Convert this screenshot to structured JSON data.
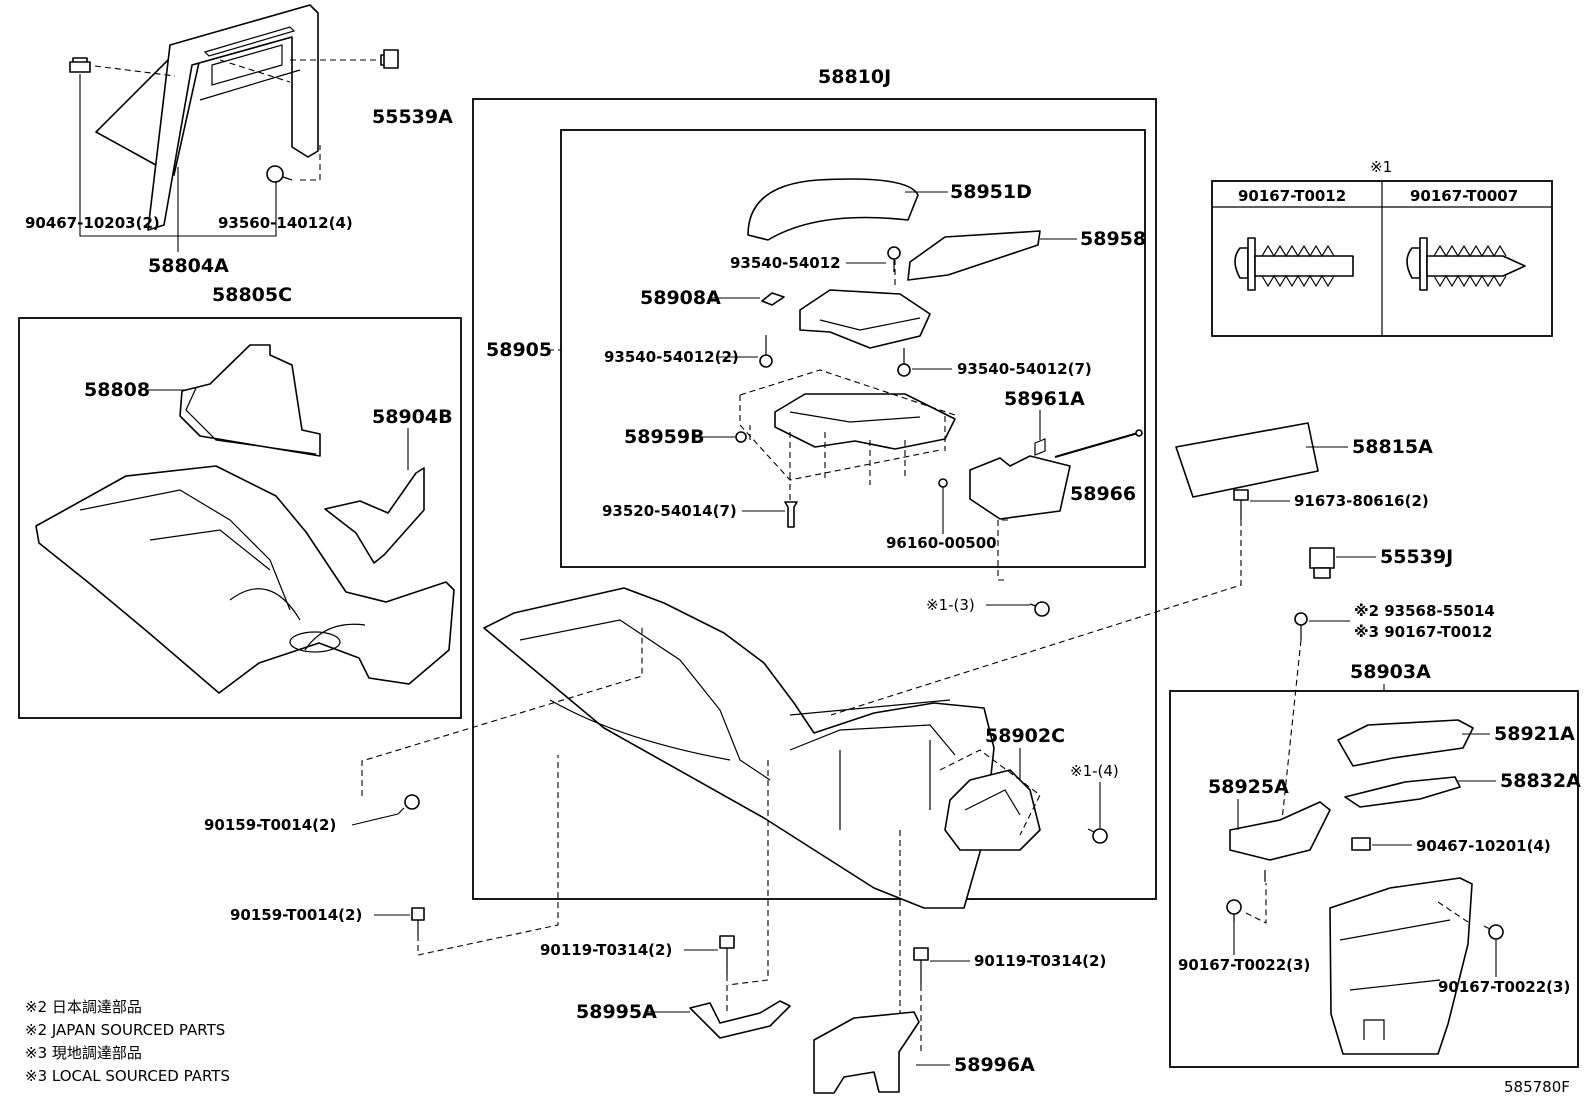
{
  "labels": {
    "p58810J": "58810J",
    "p55539A": "55539A",
    "p90467_10203": "90467-10203(2)",
    "p93560_14012": "93560-14012(4)",
    "p58804A": "58804A",
    "p58805C": "58805C",
    "p58808": "58808",
    "p58904B": "58904B",
    "p58951D": "58951D",
    "p58958": "58958",
    "p93540_54012": "93540-54012",
    "p58908A": "58908A",
    "p58905": "58905",
    "p93540_54012_2": "93540-54012(2)",
    "p93540_54012_7": "93540-54012(7)",
    "p58961A": "58961A",
    "p58959B": "58959B",
    "p58966": "58966",
    "p93520_54014": "93520-54014(7)",
    "p96160_00500": "96160-00500",
    "p58815A": "58815A",
    "p91673_80616": "91673-80616(2)",
    "p55539J": "55539J",
    "ref1_3": "※1-(3)",
    "p93568_55014": "※2 93568-55014",
    "p90167_T0012_3": "※3 90167-T0012",
    "p58903A": "58903A",
    "p58921A": "58921A",
    "p58902C": "58902C",
    "ref1_4": "※1-(4)",
    "p58925A": "58925A",
    "p58832A": "58832A",
    "p90467_10201": "90467-10201(4)",
    "p90159_T0014_a": "90159-T0014(2)",
    "p90159_T0014_b": "90159-T0014(2)",
    "p90119_T0314_a": "90119-T0314(2)",
    "p90119_T0314_b": "90119-T0314(2)",
    "p90167_T0022_a": "90167-T0022(3)",
    "p90167_T0022_b": "90167-T0022(3)",
    "p58995A": "58995A",
    "p58996A": "58996A",
    "diagram_code": "585780F"
  },
  "ref_table": {
    "mark": "※1",
    "col1": "90167-T0012",
    "col2": "90167-T0007"
  },
  "notes": [
    "※2 日本調達部品",
    "※2 JAPAN SOURCED PARTS",
    "※3 現地調達部品",
    "※3 LOCAL SOURCED PARTS"
  ]
}
